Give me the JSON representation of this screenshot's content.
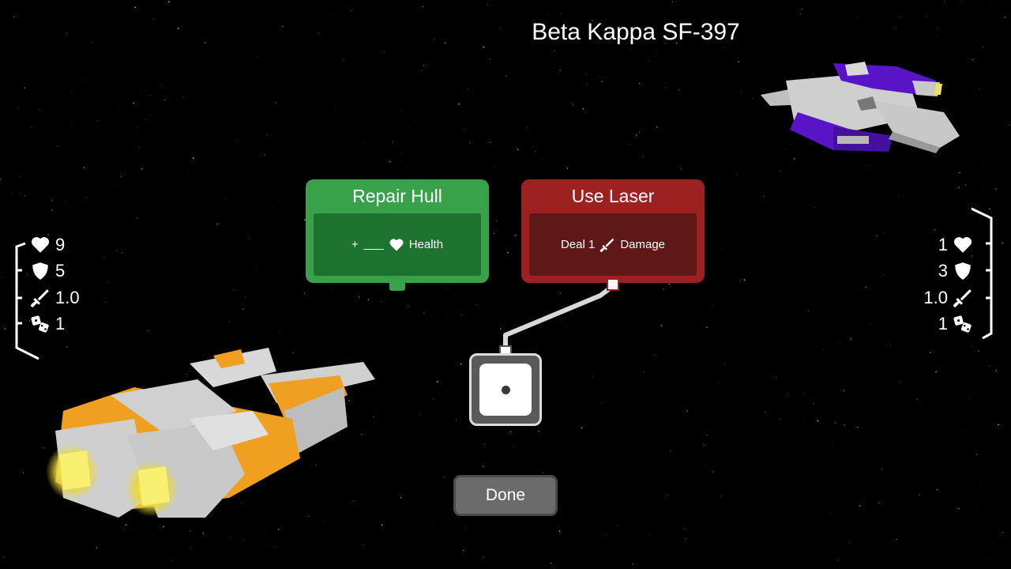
{
  "enemy": {
    "name": "Beta Kappa SF-397"
  },
  "player_stats": {
    "health": "9",
    "shield": "5",
    "attack": "1.0",
    "dice": "1"
  },
  "enemy_stats": {
    "health": "1",
    "shield": "3",
    "attack": "1.0",
    "dice": "1"
  },
  "cards": {
    "repair": {
      "title": "Repair Hull",
      "prefix": "+",
      "suffix": "Health"
    },
    "laser": {
      "title": "Use Laser",
      "prefix": "Deal 1",
      "suffix": "Damage"
    }
  },
  "dice": {
    "value": 1
  },
  "done_label": "Done",
  "colors": {
    "repair_card": "#3aa14b",
    "laser_card": "#9c2121",
    "player_ship_accent": "#f0a020",
    "enemy_ship_accent": "#5a14c8"
  },
  "icons": {
    "health": "heart-icon",
    "shield": "shield-icon",
    "attack": "sword-icon",
    "dice": "dice-icon"
  }
}
